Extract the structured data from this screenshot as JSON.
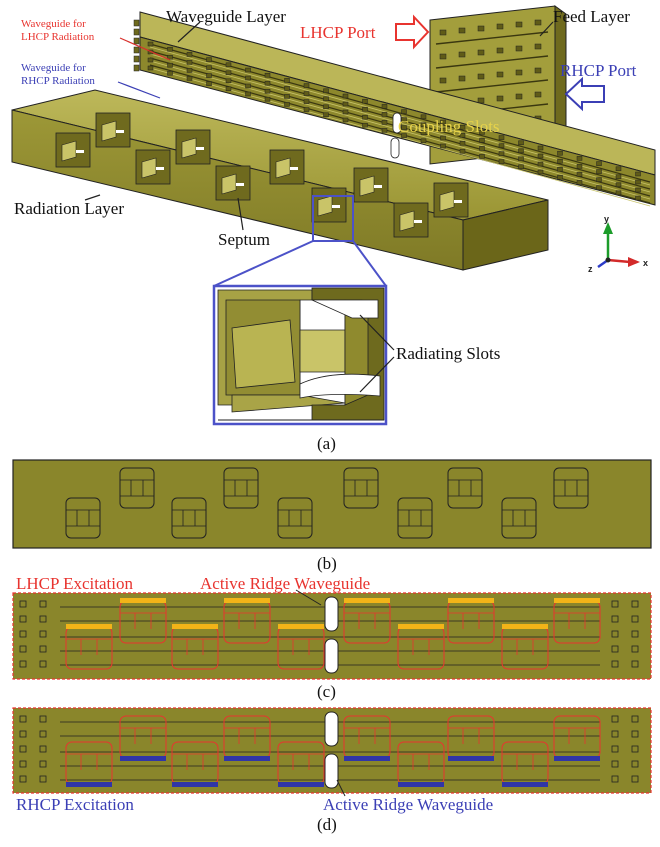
{
  "panel_a": {
    "wg_lhcp": "Waveguide for\nLHCP Radiation",
    "wg_rhcp": "Waveguide for\nRHCP Radiation",
    "waveguide_layer": "Waveguide Layer",
    "lhcp_port": "LHCP Port",
    "rhcp_port": "RHCP Port",
    "feed_layer": "Feed Layer",
    "coupling_slots": "Coupling Slots",
    "radiation_layer": "Radiation Layer",
    "septum": "Septum",
    "radiating_slots": "Radiating Slots",
    "axis_y": "y",
    "axis_x": "x",
    "axis_z": "z",
    "caption": "(a)"
  },
  "panel_b": {
    "caption": "(b)"
  },
  "panel_c": {
    "lhcp_excitation": "LHCP Excitation",
    "active_ridge": "Active Ridge Waveguide",
    "caption": "(c)"
  },
  "panel_d": {
    "rhcp_excitation": "RHCP Excitation",
    "active_ridge": "Active Ridge Waveguide",
    "caption": "(d)"
  },
  "colors": {
    "metal": "#8f8a2e",
    "metal_dark": "#6e6a1f",
    "metal_light": "#b5b04e",
    "red": "#e8342f",
    "blue": "#3b3fb5",
    "yellow_bar": "#f2b418",
    "blue_bar": "#3035a8",
    "zoom_frame": "#4c52c8",
    "coupling_text": "#e6d24a"
  }
}
